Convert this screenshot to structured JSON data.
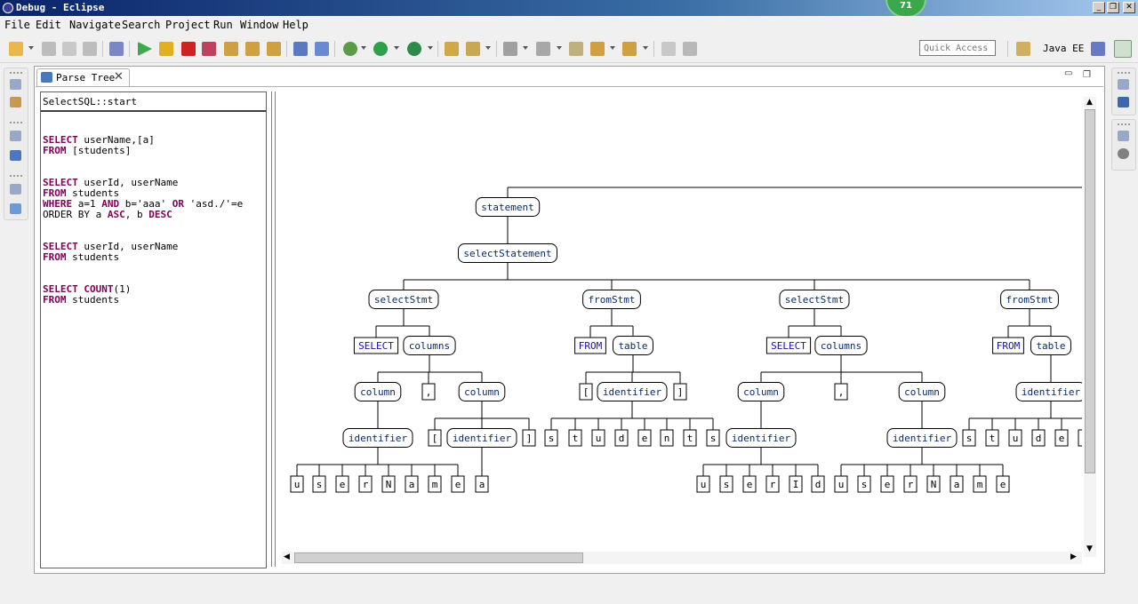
{
  "window": {
    "title": "Debug - Eclipse",
    "badge": "71"
  },
  "menu": [
    "File",
    "Edit",
    "Navigate",
    "Search",
    "Project",
    "Run",
    "Window",
    "Help"
  ],
  "toolbar": {
    "quick_access_placeholder": "Quick Access",
    "perspective": "Java EE"
  },
  "view": {
    "tab_label": "Parse Tree",
    "start_rule": "SelectSQL::start"
  },
  "sql": [
    [
      [
        "kw",
        "SELECT"
      ],
      [
        "t",
        " userName,[a]"
      ]
    ],
    [
      [
        "kw",
        "FROM"
      ],
      [
        "t",
        " [students]"
      ]
    ],
    [],
    [],
    [
      [
        "kw",
        "SELECT"
      ],
      [
        "t",
        " userId, userName"
      ]
    ],
    [
      [
        "kw",
        "FROM"
      ],
      [
        "t",
        " students"
      ]
    ],
    [
      [
        "kw",
        "WHERE"
      ],
      [
        "t",
        " a=1 "
      ],
      [
        "kw",
        "AND"
      ],
      [
        "t",
        " b='aaa' "
      ],
      [
        "kw",
        "OR"
      ],
      [
        "t",
        " 'asd./'=e"
      ]
    ],
    [
      [
        "t",
        "ORDER BY a "
      ],
      [
        "kw",
        "ASC"
      ],
      [
        "t",
        ", b "
      ],
      [
        "kw",
        "DESC"
      ]
    ],
    [],
    [],
    [
      [
        "kw",
        "SELECT"
      ],
      [
        "t",
        " userId, userName"
      ]
    ],
    [
      [
        "kw",
        "FROM"
      ],
      [
        "t",
        " students"
      ]
    ],
    [],
    [],
    [
      [
        "kw",
        "SELECT"
      ],
      [
        "t",
        " "
      ],
      [
        "kw",
        "COUNT"
      ],
      [
        "t",
        "(1)"
      ]
    ],
    [
      [
        "kw",
        "FROM"
      ],
      [
        "t",
        " students"
      ]
    ]
  ],
  "tree": [
    [
      "rule",
      "statement"
    ],
    [
      "rule",
      "selectStatement"
    ],
    [
      "rule",
      "selectStmt"
    ],
    [
      "rule",
      "fromStmt"
    ],
    [
      "rule",
      "selectStmt"
    ],
    [
      "rule",
      "fromStmt"
    ],
    [
      "token",
      "SELECT"
    ],
    [
      "rule",
      "columns"
    ],
    [
      "token",
      "FROM"
    ],
    [
      "rule",
      "table"
    ],
    [
      "token",
      "SELECT"
    ],
    [
      "rule",
      "columns"
    ],
    [
      "token",
      "FROM"
    ],
    [
      "rule",
      "table"
    ],
    [
      "rule",
      "column"
    ],
    [
      "token",
      ","
    ],
    [
      "rule",
      "column"
    ],
    [
      "token",
      "["
    ],
    [
      "rule",
      "identifier"
    ],
    [
      "token",
      "]"
    ],
    [
      "rule",
      "column"
    ],
    [
      "token",
      ","
    ],
    [
      "rule",
      "column"
    ],
    [
      "rule",
      "identifier"
    ],
    [
      "rule",
      "identifier"
    ],
    [
      "token",
      "["
    ],
    [
      "rule",
      "identifier"
    ],
    [
      "token",
      "]"
    ],
    [
      "token",
      "s"
    ],
    [
      "token",
      "t"
    ],
    [
      "token",
      "u"
    ],
    [
      "token",
      "d"
    ],
    [
      "token",
      "e"
    ],
    [
      "token",
      "n"
    ],
    [
      "token",
      "t"
    ],
    [
      "token",
      "s"
    ],
    [
      "rule",
      "identifier"
    ],
    [
      "rule",
      "identifier"
    ],
    [
      "token",
      "s"
    ],
    [
      "token",
      "t"
    ],
    [
      "token",
      "u"
    ],
    [
      "token",
      "d"
    ],
    [
      "token",
      "e"
    ],
    [
      "token",
      "n"
    ],
    [
      "token",
      "u"
    ],
    [
      "token",
      "s"
    ],
    [
      "token",
      "e"
    ],
    [
      "token",
      "r"
    ],
    [
      "token",
      "N"
    ],
    [
      "token",
      "a"
    ],
    [
      "token",
      "m"
    ],
    [
      "token",
      "e"
    ],
    [
      "token",
      "a"
    ],
    [
      "token",
      "u"
    ],
    [
      "token",
      "s"
    ],
    [
      "token",
      "e"
    ],
    [
      "token",
      "r"
    ],
    [
      "token",
      "I"
    ],
    [
      "token",
      "d"
    ],
    [
      "token",
      "u"
    ],
    [
      "token",
      "s"
    ],
    [
      "token",
      "e"
    ],
    [
      "token",
      "r"
    ],
    [
      "token",
      "N"
    ],
    [
      "token",
      "a"
    ],
    [
      "token",
      "m"
    ],
    [
      "token",
      "e"
    ]
  ]
}
